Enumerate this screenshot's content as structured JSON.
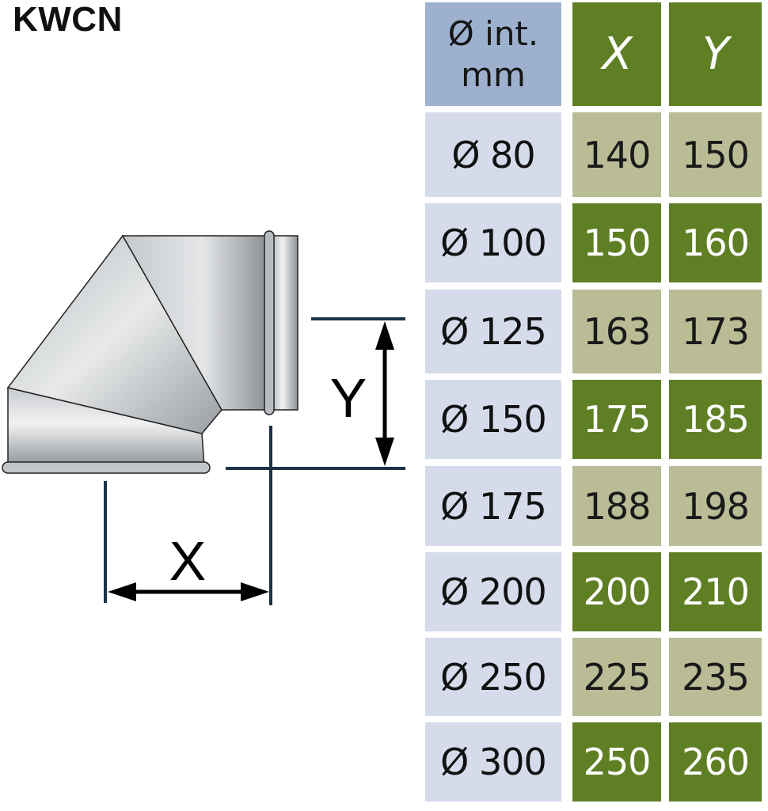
{
  "title": "KWCN",
  "diagram": {
    "dim_x_label": "X",
    "dim_y_label": "Y"
  },
  "table": {
    "header": {
      "dia_line1": "Ø int.",
      "dia_line2": "mm",
      "x": "X",
      "y": "Y"
    },
    "rows": [
      {
        "dia": "Ø 80",
        "x": "140",
        "y": "150"
      },
      {
        "dia": "Ø 100",
        "x": "150",
        "y": "160"
      },
      {
        "dia": "Ø 125",
        "x": "163",
        "y": "173"
      },
      {
        "dia": "Ø 150",
        "x": "175",
        "y": "185"
      },
      {
        "dia": "Ø 175",
        "x": "188",
        "y": "198"
      },
      {
        "dia": "Ø 200",
        "x": "200",
        "y": "210"
      },
      {
        "dia": "Ø 250",
        "x": "225",
        "y": "235"
      },
      {
        "dia": "Ø 300",
        "x": "250",
        "y": "260"
      }
    ]
  },
  "colors": {
    "dark_green": "#5f7f24",
    "light_olive": "#b9bc95",
    "header_blue": "#9db1cf",
    "pale_blue": "#d5dbeb",
    "dimension_line": "#1c3347"
  }
}
